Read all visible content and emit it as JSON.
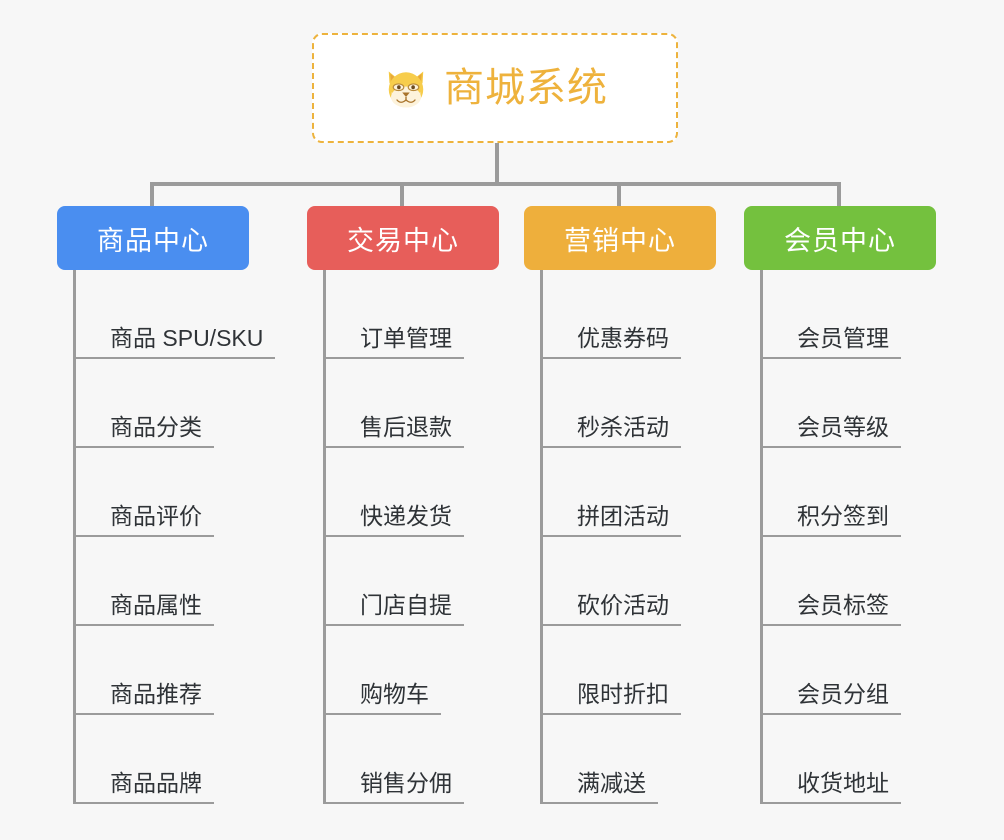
{
  "page": {
    "background_color": "#f7f7f7",
    "connector_color": "#9b9b9b"
  },
  "root": {
    "title": "商城系统",
    "icon": "shiba-dog-face-icon",
    "text_color": "#eeb23c",
    "border_color": "#edb33d",
    "background_color": "#ffffff"
  },
  "categories": [
    {
      "label": "商品中心",
      "color": "#4a8ef0",
      "items": [
        "商品 SPU/SKU",
        "商品分类",
        "商品评价",
        "商品属性",
        "商品推荐",
        "商品品牌"
      ]
    },
    {
      "label": "交易中心",
      "color": "#e75e5a",
      "items": [
        "订单管理",
        "售后退款",
        "快递发货",
        "门店自提",
        "购物车",
        "销售分佣"
      ]
    },
    {
      "label": "营销中心",
      "color": "#eeaf3c",
      "items": [
        "优惠券码",
        "秒杀活动",
        "拼团活动",
        "砍价活动",
        "限时折扣",
        "满减送"
      ]
    },
    {
      "label": "会员中心",
      "color": "#74c13e",
      "items": [
        "会员管理",
        "会员等级",
        "积分签到",
        "会员标签",
        "会员分组",
        "收货地址"
      ]
    }
  ]
}
